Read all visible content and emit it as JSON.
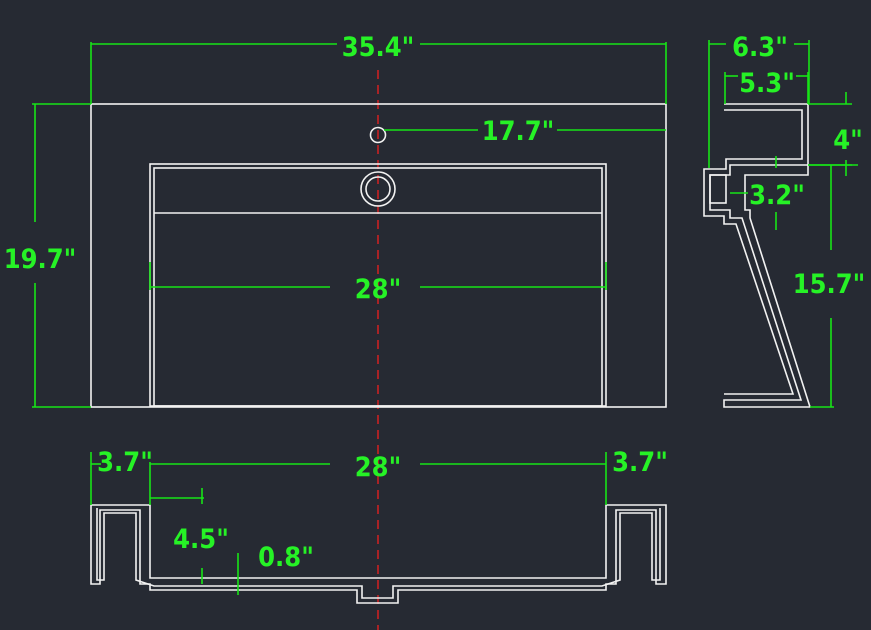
{
  "colors": {
    "background": "#262a33",
    "outline": "#f2f2f2",
    "dimension": "#17e317",
    "label": "#26f226",
    "centerline": "#e02020"
  },
  "top_view": {
    "overall_width": "35.4\"",
    "overall_depth": "19.7\"",
    "faucet_offset": "17.7\"",
    "basin_width": "28\""
  },
  "side_view": {
    "top_depth": "6.3\"",
    "inner_depth": "5.3\"",
    "deck_thickness": "4\"",
    "front_lip": "3.2\"",
    "bowl_height": "15.7\""
  },
  "front_view": {
    "left_deck": "3.7\"",
    "basin_width": "28\"",
    "right_deck": "3.7\"",
    "bowl_depth": "4.5\"",
    "floor_step": "0.8\""
  }
}
